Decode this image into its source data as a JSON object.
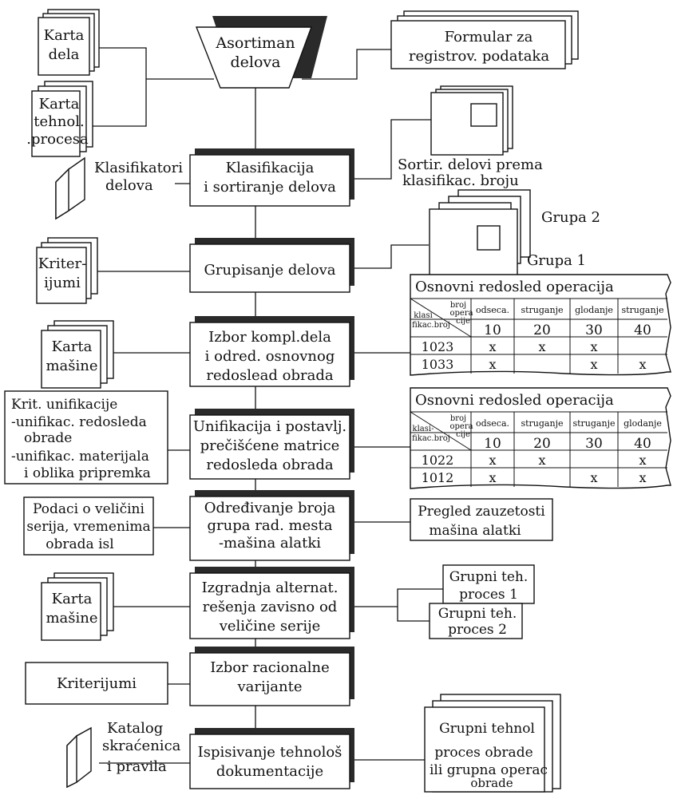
{
  "process": [
    {
      "lines": [
        "Asortiman",
        "delova"
      ]
    },
    {
      "lines": [
        "Klasifikacija",
        "i sortiranje delova"
      ]
    },
    {
      "lines": [
        "Grupisanje delova"
      ]
    },
    {
      "lines": [
        "Izbor kompl.dela",
        "i odred. osnovnog",
        "redoslead obrada"
      ]
    },
    {
      "lines": [
        "Unifikacija i postavlj.",
        "prečišćene matrice",
        "redosleda obrada"
      ]
    },
    {
      "lines": [
        "Određivanje broja",
        "grupa rad. mesta",
        "-mašina alatki"
      ]
    },
    {
      "lines": [
        "Izgradnja alternat.",
        "rešenja zavisno od",
        "veličine serije"
      ]
    },
    {
      "lines": [
        "Izbor racionalne",
        "varijante"
      ]
    },
    {
      "lines": [
        "Ispisivanje tehnološ",
        "dokumentacije"
      ]
    }
  ],
  "left": {
    "karta_dela": [
      "Karta",
      "dela"
    ],
    "karta_tehnol": [
      "Karta",
      "tehnol.",
      ".procesa"
    ],
    "klasifikatori": [
      "Klasifikatori",
      "delova"
    ],
    "kriterijumi1": [
      "Kriter-",
      "ijumi"
    ],
    "karta_masine1": [
      "Karta",
      "mašine"
    ],
    "krit_unifikacije": [
      "Krit. unifikacije",
      "-unifikac. redosleda",
      "obrade",
      "-unifikac. materijala",
      "i oblika pripremka"
    ],
    "podaci": [
      "Podaci o veličini",
      "serija, vremenima",
      "obrada isl"
    ],
    "karta_masine2": [
      "Karta",
      "mašine"
    ],
    "kriterijumi2": [
      "Kriterijumi"
    ],
    "katalog": [
      "Katalog",
      "skraćenica",
      "i pravila"
    ]
  },
  "right": {
    "formular": [
      "Formular za",
      "registrov. podataka"
    ],
    "sortir": [
      "Sortir. delovi prema",
      "klasifikac. broju"
    ],
    "grupa2": "Grupa 2",
    "grupa1": "Grupa 1",
    "pregled": [
      "Pregled zauzetosti",
      "mašina alatki"
    ],
    "grupni1": [
      "Grupni teh.",
      "proces 1"
    ],
    "grupni2": [
      "Grupni teh.",
      "proces 2"
    ],
    "grupni_tehnol": [
      "Grupni tehnol",
      "proces obrade",
      "ili grupna operac",
      "obrade"
    ]
  },
  "tables": [
    {
      "title": "Osnovni redosled operacija",
      "header_top": "broj",
      "header_mid": "opera",
      "header_cije": "cije",
      "header_klasi": "klasi",
      "header_fik": "fikac.broj",
      "ops": [
        "odseca.",
        "struganje",
        "glodanje",
        "struganje"
      ],
      "nums": [
        "10",
        "20",
        "30",
        "40"
      ],
      "rows": [
        {
          "id": "1023",
          "marks": [
            "x",
            "x",
            "x",
            ""
          ]
        },
        {
          "id": "1033",
          "marks": [
            "x",
            "",
            "x",
            "x"
          ]
        }
      ]
    },
    {
      "title": "Osnovni redosled operacija",
      "header_top": "broj",
      "header_mid": "opera",
      "header_cije": "cije",
      "header_klasi": "klasi-",
      "header_fik": "fikac.broj",
      "ops": [
        "odseca.",
        "struganje",
        "struganje",
        "glodanje"
      ],
      "nums": [
        "10",
        "20",
        "30",
        "40"
      ],
      "rows": [
        {
          "id": "1022",
          "marks": [
            "x",
            "x",
            "",
            "x"
          ]
        },
        {
          "id": "1012",
          "marks": [
            "x",
            "",
            "x",
            "x"
          ]
        }
      ]
    }
  ]
}
